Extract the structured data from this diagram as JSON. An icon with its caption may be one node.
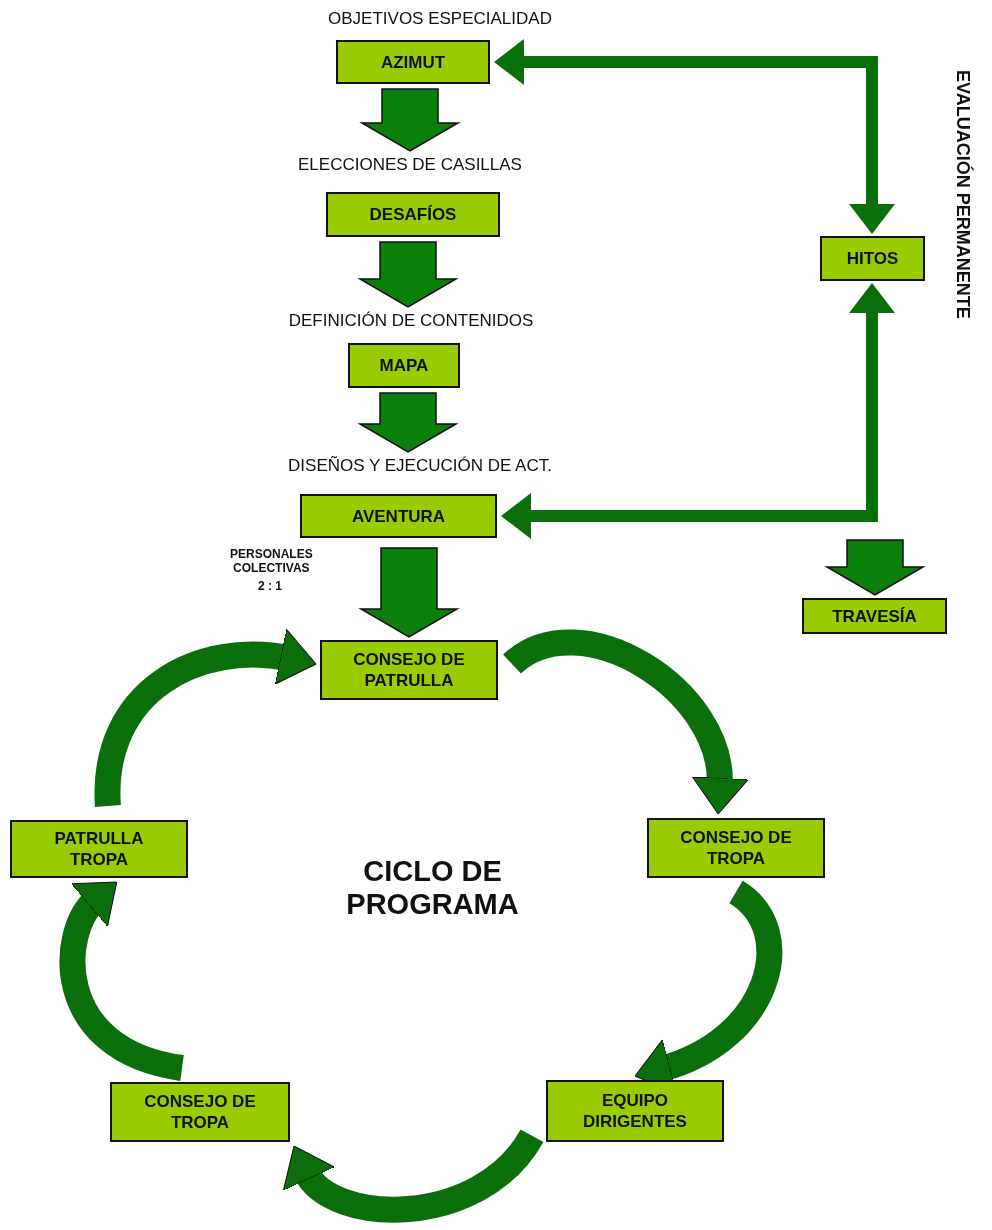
{
  "diagram": {
    "nodes": [
      {
        "text": [
          "OBJETIVOS ESPECIALIDAD",
          "AZIMUT"
        ]
      },
      {
        "text": [
          "ELECCIONES DE CASILLAS",
          "DESAFÍOS"
        ]
      },
      {
        "text": [
          "DEFINICIÓN DE CONTENIDOS",
          "MAPA"
        ]
      },
      {
        "text": [
          "DISEÑOS Y EJECUCIÓN DE ACT.",
          "AVENTURA"
        ]
      },
      {
        "text": [
          "CONSEJO DE PATRULLA"
        ]
      },
      {
        "text": [
          "CONSEJO DE TROPA"
        ]
      },
      {
        "text": [
          "EQUIPO DIRIGENTES"
        ]
      },
      {
        "text": [
          "CONSEJO DE TROPA"
        ]
      },
      {
        "text": [
          "PATRULLA TROPA"
        ]
      },
      {
        "text": [
          "HITOS"
        ]
      },
      {
        "text": [
          "TRAVESÍA"
        ]
      }
    ],
    "edges": [
      {
        "from": 0,
        "to": 1,
        "arrow": "to"
      },
      {
        "from": 1,
        "to": 2,
        "arrow": "to"
      },
      {
        "from": 2,
        "to": 3,
        "arrow": "to"
      },
      {
        "from": 3,
        "to": 4,
        "arrow": "to"
      },
      {
        "from": 0,
        "to": 9,
        "arrow": "both"
      },
      {
        "from": 3,
        "to": 9,
        "arrow": "both"
      },
      {
        "from": null,
        "to": 10,
        "arrow": "to"
      },
      {
        "from": 4,
        "to": 5,
        "arrow": "to"
      },
      {
        "from": 5,
        "to": 6,
        "arrow": "to"
      },
      {
        "from": 6,
        "to": 7,
        "arrow": "to"
      },
      {
        "from": 7,
        "to": 8,
        "arrow": "to"
      },
      {
        "from": 8,
        "to": 4,
        "arrow": "to"
      }
    ],
    "labels": [
      "EVALUACIÓN PERMANENTE",
      "PERSONALES COLECTIVAS",
      "2 : 1",
      "CICLO DE PROGRAMA"
    ]
  }
}
